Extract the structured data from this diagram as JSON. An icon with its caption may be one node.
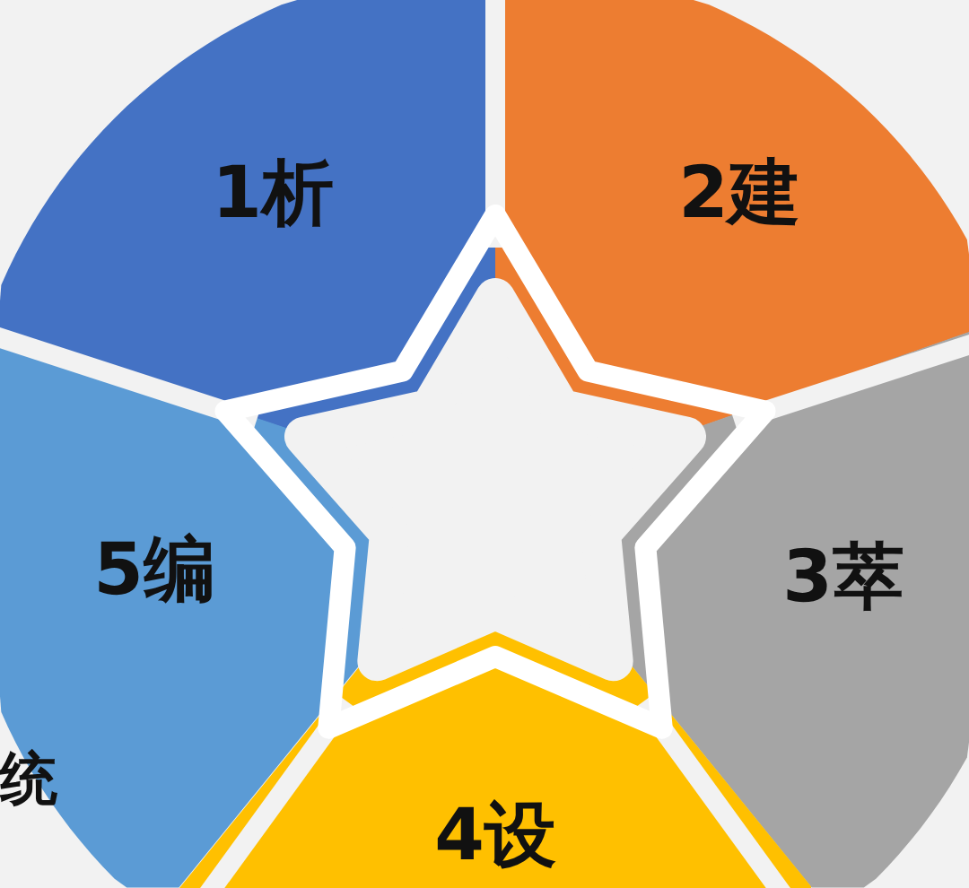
{
  "diagram": {
    "nodes": [
      {
        "text": [
          "1析"
        ]
      },
      {
        "text": [
          "2建"
        ]
      },
      {
        "text": [
          "3萃"
        ]
      },
      {
        "text": [
          "4设"
        ]
      },
      {
        "text": [
          "5编"
        ]
      },
      {
        "text": [],
        "shape": "star"
      }
    ],
    "labels": [
      "统"
    ]
  }
}
